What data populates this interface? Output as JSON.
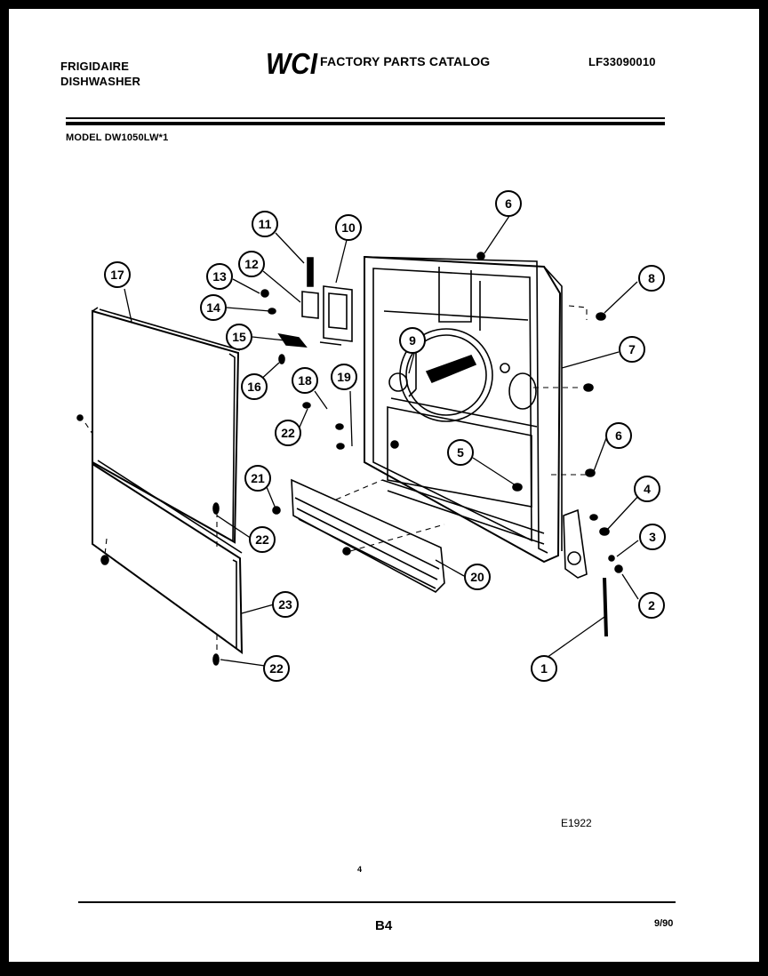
{
  "header": {
    "brand_line1": "FRIGIDAIRE",
    "brand_line2": "DISHWASHER",
    "logo_text": "WCI",
    "catalog_title": "FACTORY PARTS CATALOG",
    "catalog_number": "LF33090010",
    "model": "MODEL DW1050LW*1"
  },
  "diagram": {
    "callouts": [
      "1",
      "2",
      "3",
      "4",
      "5",
      "6",
      "6",
      "7",
      "8",
      "9",
      "10",
      "11",
      "12",
      "13",
      "14",
      "15",
      "16",
      "18",
      "19",
      "20",
      "21",
      "22",
      "22",
      "22",
      "23",
      "17"
    ],
    "code": "E1922"
  },
  "footer": {
    "mark": "4",
    "page": "B4",
    "date": "9/90"
  }
}
